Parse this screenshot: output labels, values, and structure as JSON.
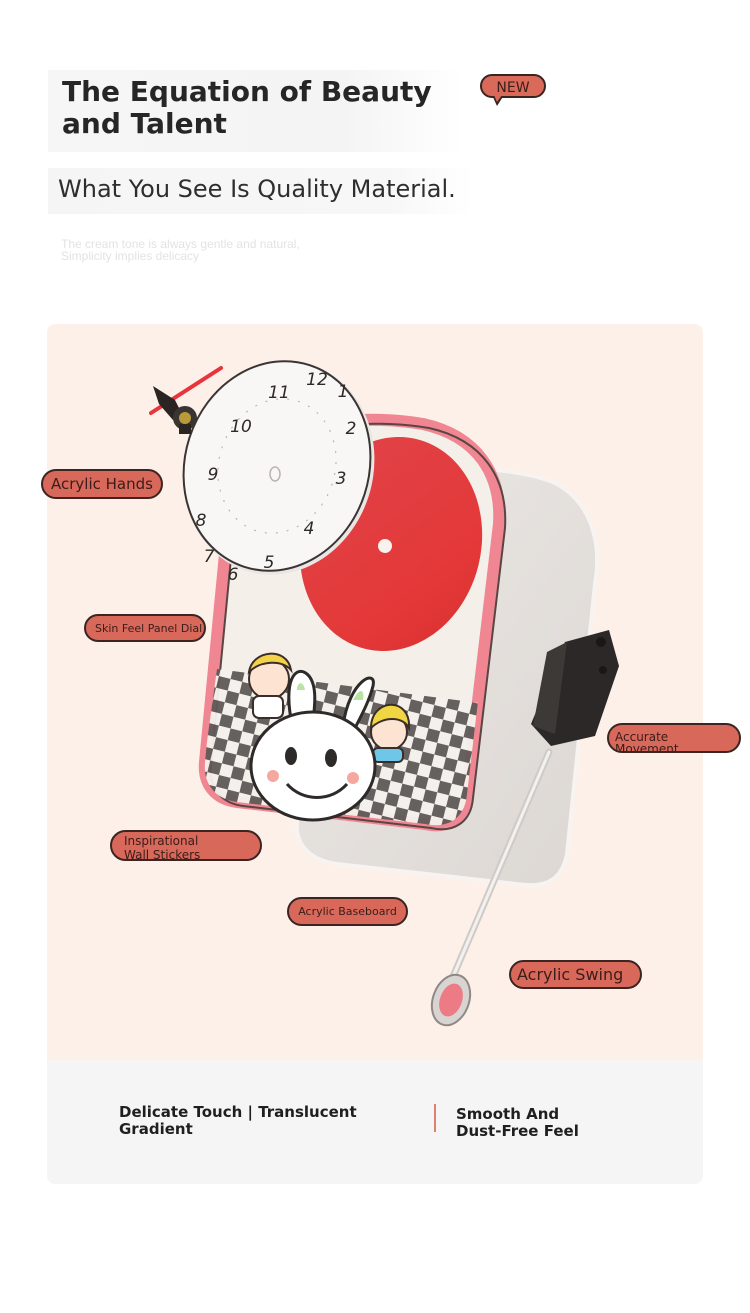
{
  "header": {
    "title": "The Equation of Beauty and Talent",
    "badge": "NEW",
    "subtitle": "What You See Is Quality Material.",
    "caption_line1": "The cream tone is always gentle and natural,",
    "caption_line2": "Simplicity implies delicacy"
  },
  "product": {
    "dial_numbers": [
      "12",
      "1",
      "2",
      "3",
      "4",
      "5",
      "6",
      "7",
      "8",
      "9",
      "10",
      "11"
    ],
    "labels": {
      "acrylic_hands": "Acrylic Hands",
      "skin_feel_dial": "Skin Feel Panel Dial",
      "accurate_movement": "Accurate Movement Mechanism",
      "inspirational_stickers": "Inspirational Wall Stickers",
      "acrylic_baseboard": "Acrylic Baseboard",
      "acrylic_swing": "Acrylic Swing"
    }
  },
  "features": {
    "left": "Delicate Touch | Translucent Gradient",
    "right": "Smooth And Dust-Free Feel"
  },
  "colors": {
    "accent": "#d8685a",
    "panel_bg": "#fdf0e8",
    "red_dial": "#e63a3a",
    "pink_frame": "#f08b94"
  }
}
